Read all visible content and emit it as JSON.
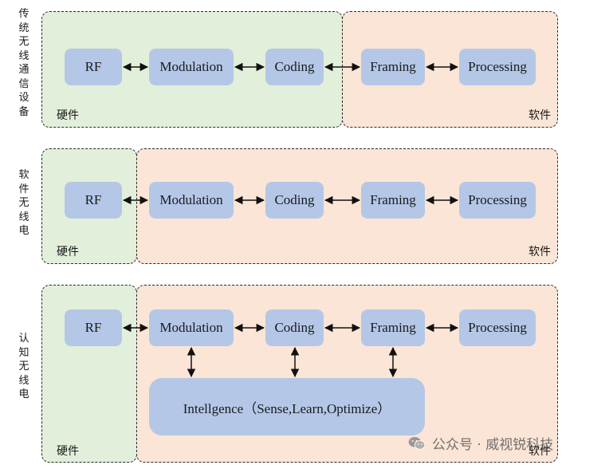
{
  "row1": {
    "side_label": "传统无线通信设备",
    "hw_label": "硬件",
    "sw_label": "软件",
    "blocks": [
      "RF",
      "Modulation",
      "Coding",
      "Framing",
      "Processing"
    ]
  },
  "row2": {
    "side_label": "软件无线电",
    "hw_label": "硬件",
    "sw_label": "软件",
    "blocks": [
      "RF",
      "Modulation",
      "Coding",
      "Framing",
      "Processing"
    ]
  },
  "row3": {
    "side_label": "认知无线电",
    "hw_label": "硬件",
    "sw_label": "软件",
    "blocks": [
      "RF",
      "Modulation",
      "Coding",
      "Framing",
      "Processing"
    ],
    "intelligence": "Intellgence（Sense,Learn,Optimize）"
  },
  "watermark": {
    "text": "公众号 · 威视锐科技",
    "icon": "wechat-icon"
  },
  "colors": {
    "hardware_bg": "#e2efda",
    "software_bg": "#fbe5d6",
    "block_bg": "#b4c7e7"
  }
}
